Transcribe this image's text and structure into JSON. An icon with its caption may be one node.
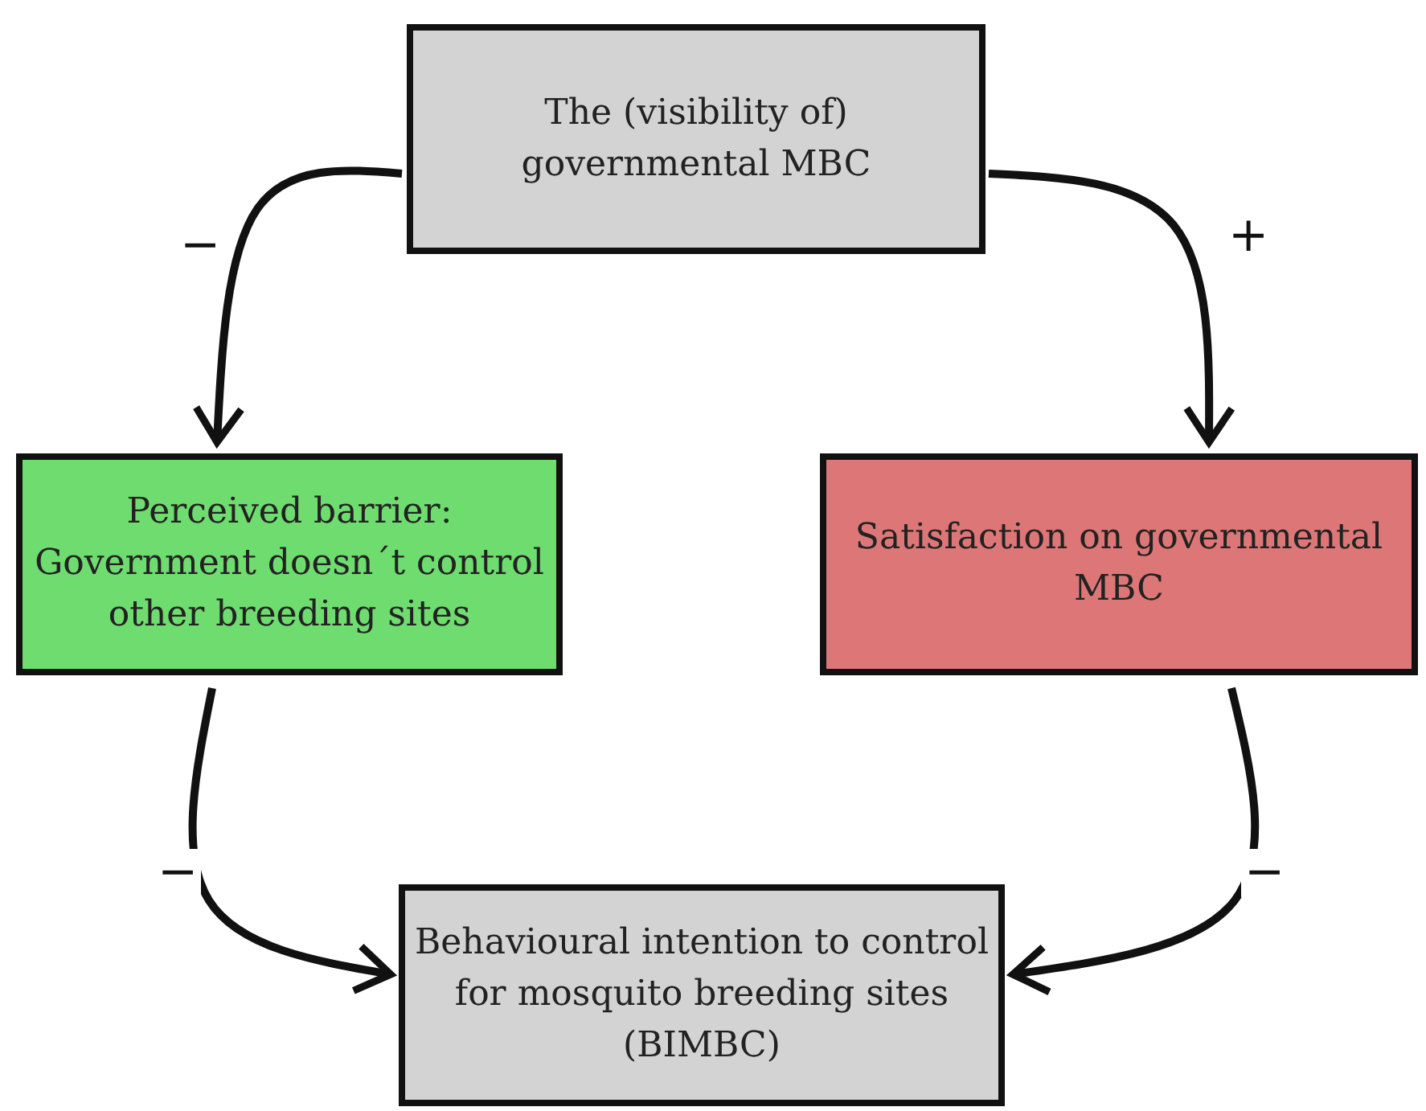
{
  "diagram": {
    "nodes": [
      {
        "text": [
          "The (visibility of) governmental MBC"
        ]
      },
      {
        "text": [
          "Perceived barrier: Government doesn´t control other breeding sites"
        ]
      },
      {
        "text": [
          "Satisfaction on governmental MBC"
        ]
      },
      {
        "text": [
          "Behavioural intention to control for mosquito breeding sites (BIMBC)"
        ]
      }
    ],
    "edges": [
      {
        "from": 0,
        "to": 1,
        "arrow": "to",
        "label": "−"
      },
      {
        "from": 0,
        "to": 2,
        "arrow": "to",
        "label": "+"
      },
      {
        "from": 1,
        "to": 3,
        "arrow": "to",
        "label": "−"
      },
      {
        "from": 2,
        "to": 3,
        "arrow": "to",
        "label": "−"
      }
    ]
  }
}
